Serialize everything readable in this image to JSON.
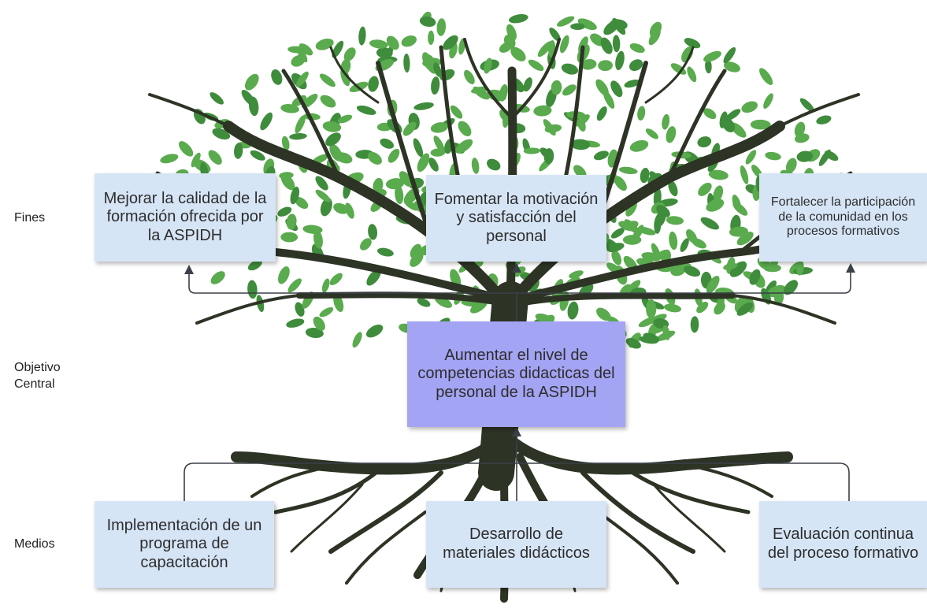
{
  "labels": {
    "fines": "Fines",
    "objetivo": "Objetivo Central",
    "medios": "Medios"
  },
  "fines": [
    "Mejorar la calidad de  la formación ofrecida por la ASPIDH",
    "Fomentar la motivación y satisfacción del personal",
    "Fortalecer la participación de la comunidad en los procesos formativos"
  ],
  "objetivo_central": "Aumentar el nivel de competencias didacticas del personal de la ASPIDH",
  "medios": [
    "Implementación de un programa de capacitación",
    "Desarrollo de materiales didácticos",
    "Evaluación continua del proceso formativo"
  ],
  "colors": {
    "leaf": "#5aaa4e",
    "leaf_dark": "#3f8c3c",
    "trunk": "#2d3325",
    "box": "#d6e5f6",
    "central_box": "#a4a4f4",
    "connector": "#3b4048"
  }
}
